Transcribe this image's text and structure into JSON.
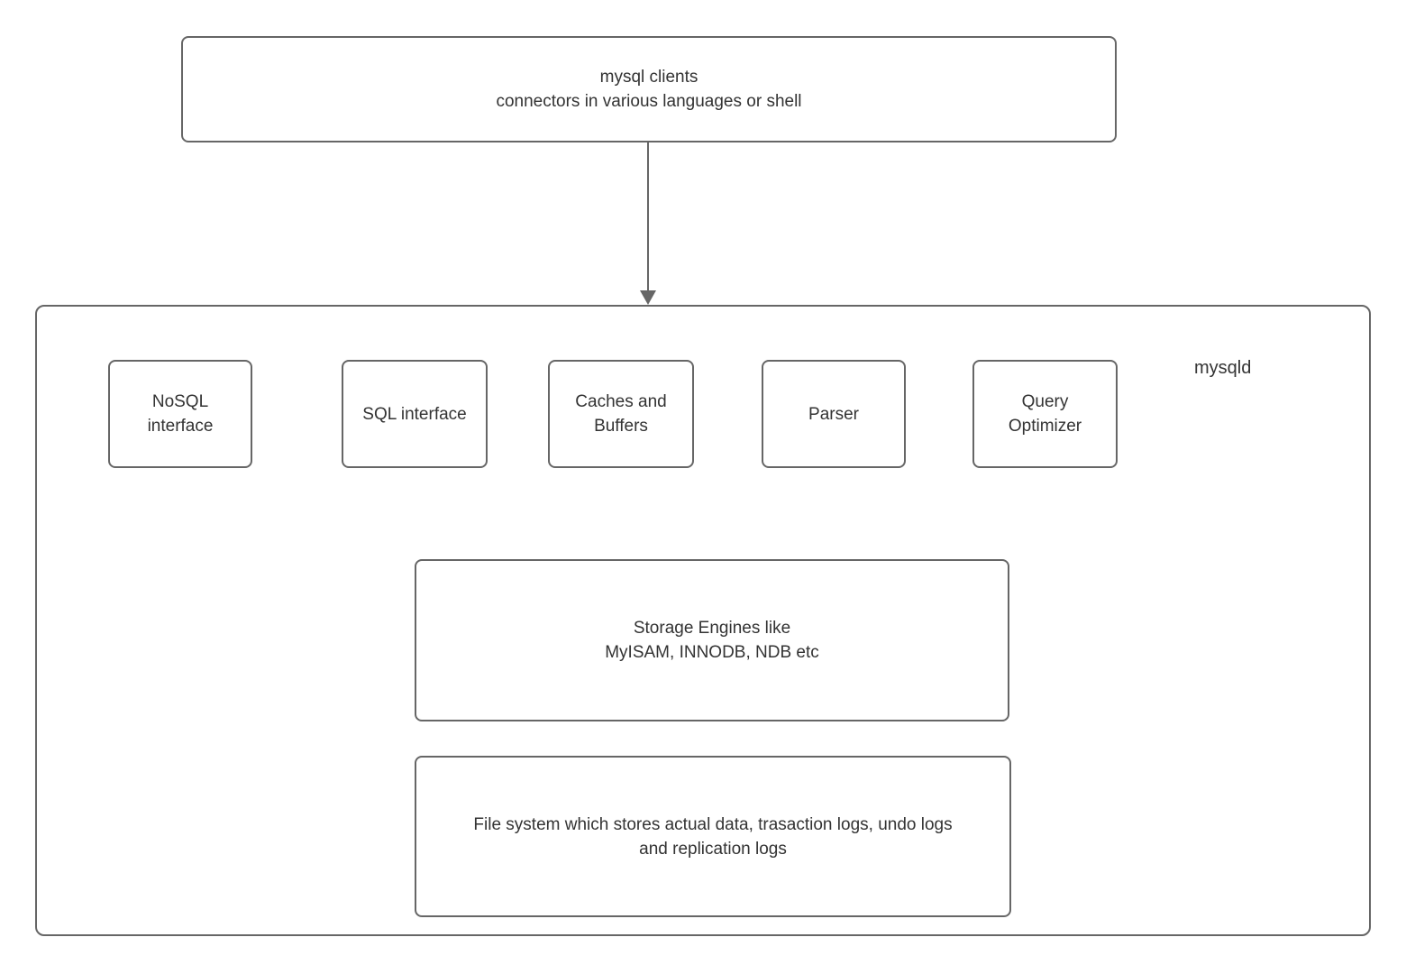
{
  "colors": {
    "border": "#666666",
    "text": "#333333",
    "background": "#ffffff"
  },
  "clients_box": {
    "line1": "mysql clients",
    "line2": "connectors in various languages or shell"
  },
  "mysqld": {
    "label": "mysqld"
  },
  "modules": [
    {
      "label": "NoSQL interface"
    },
    {
      "label": "SQL interface"
    },
    {
      "label": "Caches and Buffers"
    },
    {
      "label": "Parser"
    },
    {
      "label": "Query Optimizer"
    }
  ],
  "storage_box": {
    "line1": "Storage Engines like",
    "line2": "MyISAM, INNODB, NDB etc"
  },
  "filesystem_box": {
    "line1": "File system which stores actual data, trasaction logs, undo logs",
    "line2": "and replication logs"
  }
}
